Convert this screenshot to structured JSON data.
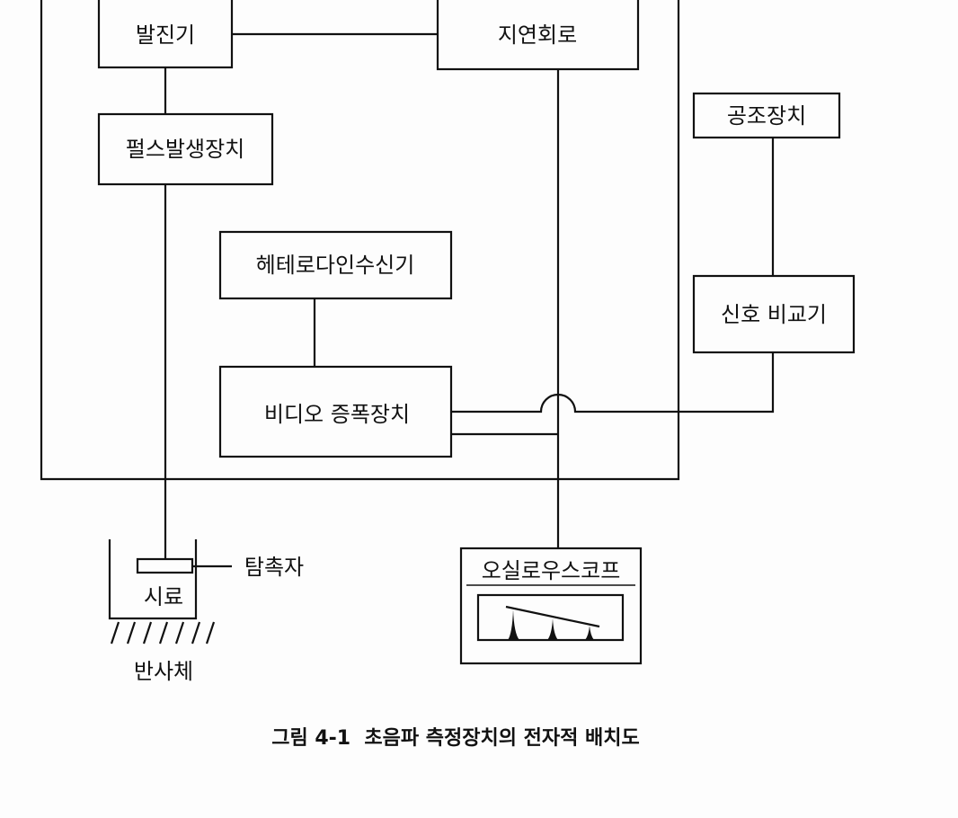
{
  "blocks": {
    "oscillator": "발진기",
    "delay_circuit": "지연회로",
    "pulse_generator": "펄스발생장치",
    "air_conditioner": "공조장치",
    "heterodyne_receiver": "헤테로다인수신기",
    "signal_comparator": "신호 비교기",
    "video_amplifier": "비디오 증폭장치",
    "oscilloscope": "오실로우스코프"
  },
  "labels": {
    "probe": "탐촉자",
    "sample": "시료",
    "reflector": "반사체"
  },
  "caption": "그림 4-1  초음파 측정장치의 전자적 배치도"
}
